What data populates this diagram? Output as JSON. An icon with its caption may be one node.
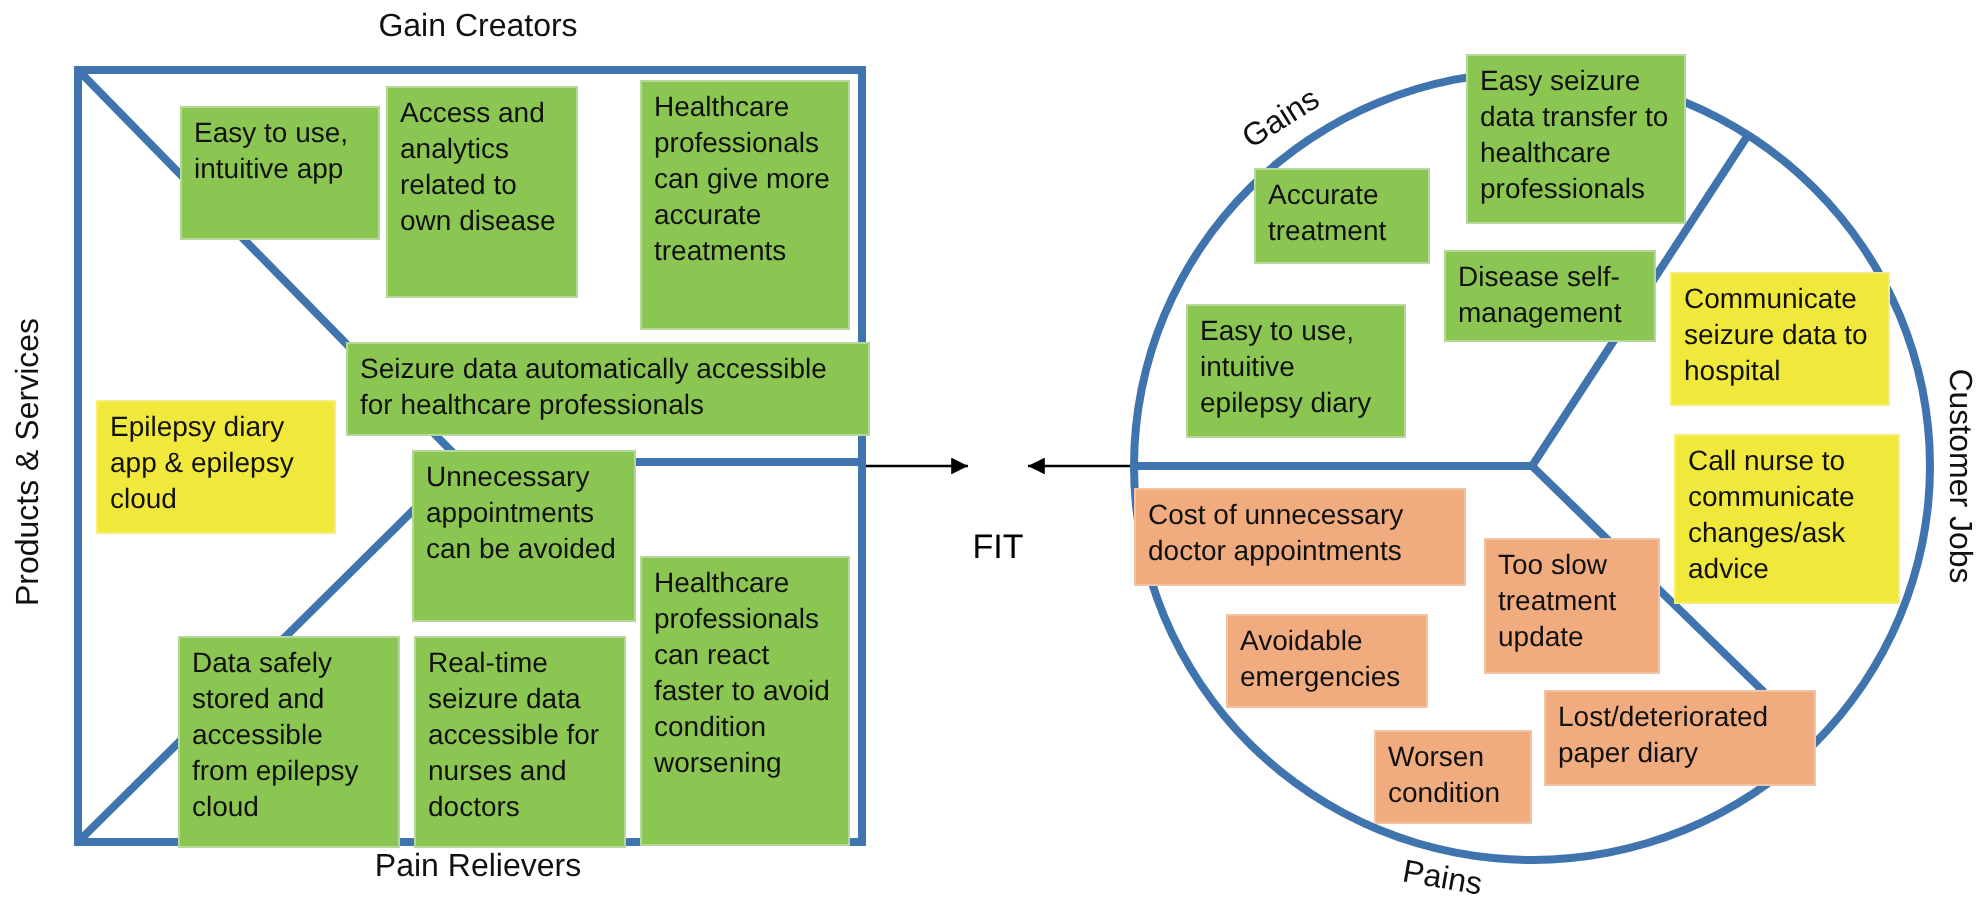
{
  "diagram": {
    "nodes": [
      {
        "text": [
          "Gain Creators",
          "Products & Services",
          "Pain Relievers"
        ]
      },
      {
        "text": [
          "Easy to use, intuitive app"
        ],
        "in": 0
      },
      {
        "text": [
          "Access and analytics related to own disease"
        ],
        "in": 0
      },
      {
        "text": [
          "Healthcare professionals can give more accurate treatments"
        ],
        "in": 0
      },
      {
        "text": [
          "Seizure data automatically accessible for healthcare professionals"
        ],
        "in": 0
      },
      {
        "text": [
          "Epilepsy diary app & epilepsy cloud"
        ],
        "in": 0
      },
      {
        "text": [
          "Unnecessary appointments can be avoided"
        ],
        "in": 0
      },
      {
        "text": [
          "Data safely stored and accessible from epilepsy cloud"
        ],
        "in": 0
      },
      {
        "text": [
          "Real-time seizure data accessible for nurses and doctors"
        ],
        "in": 0
      },
      {
        "text": [
          "Healthcare professionals can react faster to avoid condition worsening"
        ],
        "in": 0
      },
      {
        "text": [
          "FIT"
        ]
      },
      {
        "text": [
          "Gains",
          "Customer Jobs",
          "Pains"
        ]
      },
      {
        "text": [
          "Easy seizure data transfer to healthcare professionals"
        ],
        "in": 11
      },
      {
        "text": [
          "Accurate treatment"
        ],
        "in": 11
      },
      {
        "text": [
          "Disease self-management"
        ],
        "in": 11
      },
      {
        "text": [
          "Easy to use, intuitive epilepsy diary"
        ],
        "in": 11
      },
      {
        "text": [
          "Communicate seizure data to hospital"
        ],
        "in": 11
      },
      {
        "text": [
          "Call nurse to communicate changes/ask advice"
        ],
        "in": 11
      },
      {
        "text": [
          "Cost of unnecessary doctor appointments"
        ],
        "in": 11
      },
      {
        "text": [
          "Too slow treatment update"
        ],
        "in": 11
      },
      {
        "text": [
          "Avoidable emergencies"
        ],
        "in": 11
      },
      {
        "text": [
          "Lost/deteriorated paper diary"
        ],
        "in": 11
      },
      {
        "text": [
          "Worsen condition"
        ],
        "in": 11
      }
    ],
    "edges": [
      {
        "from": 0,
        "to": 10,
        "arrow": "to"
      },
      {
        "from": 11,
        "to": 10,
        "arrow": "to"
      }
    ]
  }
}
